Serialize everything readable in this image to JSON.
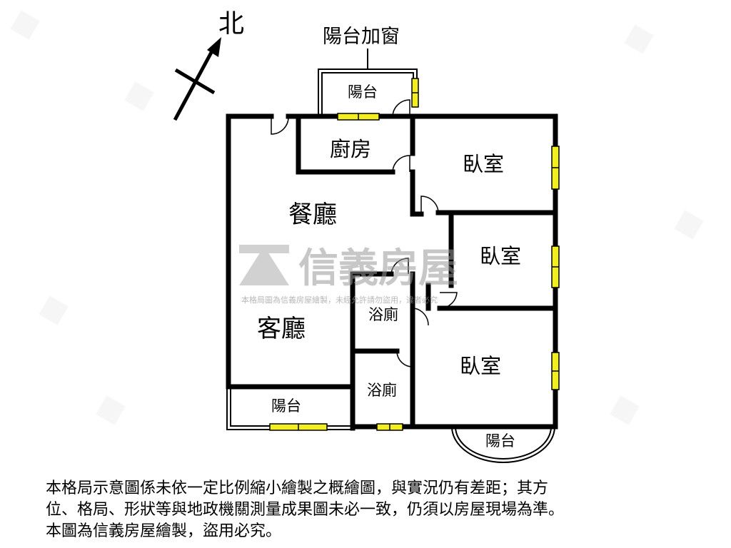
{
  "compass": {
    "label": "北"
  },
  "rooms": {
    "balcony_enclosed_label": "陽台加窗",
    "balcony_top": "陽台",
    "kitchen": "廚房",
    "bedroom_1": "臥室",
    "dining": "餐廳",
    "bedroom_2": "臥室",
    "bath_1": "浴廁",
    "living": "客廳",
    "bath_2": "浴廁",
    "bedroom_3": "臥室",
    "balcony_left": "陽台",
    "balcony_round": "陽台"
  },
  "watermark": {
    "brand": "信義房屋",
    "notice": "本格局圖為信義房屋繪製，未經允許請勿盜用，違者必究"
  },
  "disclaimer": {
    "line1": "本格局示意圖係未依一定比例縮小繪製之概繪圖，與實況仍有差距；其方",
    "line2": "位、格局、形狀等與地政機關測量成果圖未必一致，仍須以房屋現場為準。",
    "line3": "本圖為信義房屋繪製，盜用必究。"
  },
  "colors": {
    "wall": "#000000",
    "window": "#f2ee22",
    "watermark": "#9a9a9a"
  }
}
